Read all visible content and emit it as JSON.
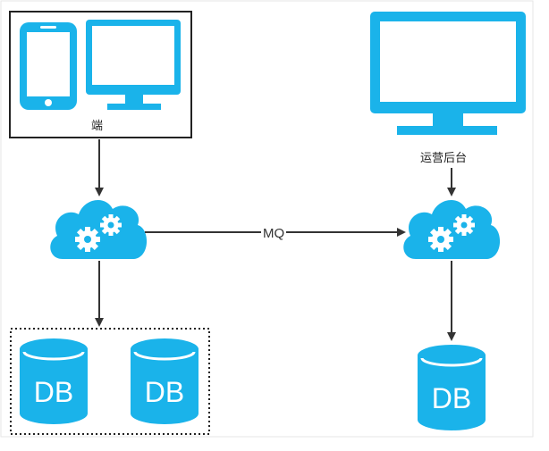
{
  "colors": {
    "accent": "#1AB3EA",
    "line": "#333333",
    "border": "#222222"
  },
  "client": {
    "label": "端",
    "icons": [
      "phone-icon",
      "desktop-monitor-icon"
    ]
  },
  "admin": {
    "label": "运营后台",
    "icon": "desktop-monitor-icon"
  },
  "services": {
    "icon": "cloud-gears-icon"
  },
  "link": {
    "label": "MQ"
  },
  "databases": {
    "label": "DB",
    "left_group_count": 2,
    "right_group_count": 1
  }
}
